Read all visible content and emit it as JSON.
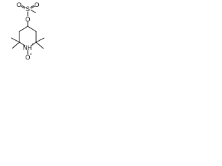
{
  "structure": {
    "atoms": {
      "sulfur": "S",
      "oxygen_top_left": "O",
      "oxygen_top_right": "O",
      "oxygen_ester": "O",
      "nitrogen": "N",
      "n_hydrogen": "H",
      "n_charge": "+",
      "oxygen_radical": "O",
      "radical_dot": "•"
    }
  },
  "colors": {
    "bond": "#000000",
    "text": "#000000",
    "background": "#ffffff"
  }
}
